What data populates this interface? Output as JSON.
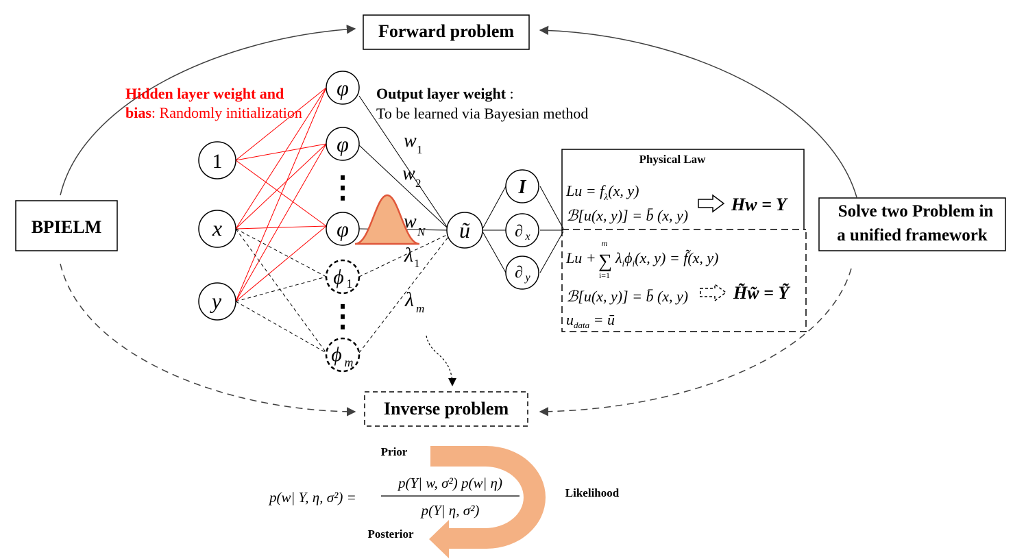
{
  "boxes": {
    "forward": "Forward problem",
    "inverse": "Inverse problem",
    "bpielm": "BPIELM",
    "solve_line1": "Solve two Problem in",
    "solve_line2": "a unified framework"
  },
  "hidden_layer": {
    "label_line1": "Hidden layer weight and",
    "label_line2_bold": "bias",
    "label_line2_rest": ": Randomly initialization"
  },
  "output_layer": {
    "label_bold": "Output layer weight",
    "label_colon": " :",
    "label_line2": "To be learned via Bayesian method"
  },
  "inputs": {
    "one": "1",
    "x": "x",
    "y": "y"
  },
  "neurons": {
    "phi": "φ",
    "phi1_base": "ϕ",
    "phi1_sub": "1",
    "phim_base": "ϕ",
    "phim_sub": "m",
    "vdots": "⋮"
  },
  "weights": {
    "w_base": "w",
    "w1_sub": "1",
    "w2_sub": "2",
    "wN_sub": "N",
    "lambda_base": "λ",
    "lambda1_sub": "1",
    "lambdam_sub": "m"
  },
  "output": {
    "u_tilde": "ũ"
  },
  "operators": {
    "identity": "I",
    "dx": "∂",
    "dx_sub": "x",
    "dy": "∂",
    "dy_sub": "y"
  },
  "physical_law": {
    "title": "Physical Law",
    "eq1": "Lu = f",
    "eq1_sub": "λ",
    "eq1_rest": "(x, y)",
    "eq2": "ℬ[u(x, y)] = b̄ (x, y)",
    "result": "Hw = Y"
  },
  "inverse_law": {
    "eq1_left": "Lu +",
    "sum": "∑",
    "sum_top": "m",
    "sum_bottom": "i=1",
    "eq1_right": "λ",
    "eq1_right_sub": "i",
    "eq1_right2": "ϕ",
    "eq1_right2_sub": "i",
    "eq1_right3": "(x, y) = f̃(x, y)",
    "eq2": "ℬ[u(x, y)] = b̄ (x, y)",
    "eq3": "u",
    "eq3_sub": "data",
    "eq3_rest": " = ū",
    "result": "H̃w̃ = Ỹ"
  },
  "bayes": {
    "prior": "Prior",
    "likelihood": "Likelihood",
    "posterior": "Posterior",
    "lhs": "p(w|  Y, η, σ²) =",
    "numerator": "p(Y|  w, σ²) p(w|  η)",
    "denominator": "p(Y|  η, σ²)"
  },
  "colors": {
    "red": "#ff0000",
    "orange": "#f4b183",
    "gauss_fill": "#f4b183",
    "gauss_line": "#e0573a",
    "black": "#000000",
    "arc": "#404040"
  }
}
